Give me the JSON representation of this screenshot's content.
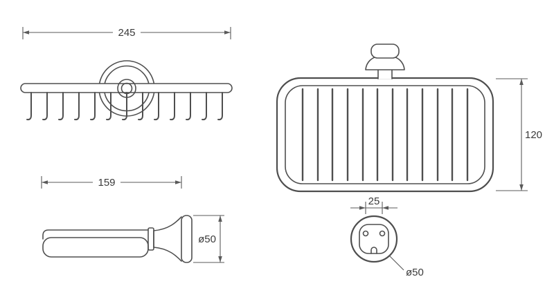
{
  "colors": {
    "background": "#ffffff",
    "part_line": "#4e4e4e",
    "dimension_line": "#5a5a5a",
    "text": "#3a3a3a"
  },
  "drawing": {
    "front_view": {
      "width_dim": "245"
    },
    "side_view": {
      "depth_dim": "159",
      "flange_dia_dim": "ø50"
    },
    "top_view": {
      "height_dim": "120"
    },
    "detail_view": {
      "pitch_dim": "25",
      "dia_dim": "ø50"
    }
  }
}
